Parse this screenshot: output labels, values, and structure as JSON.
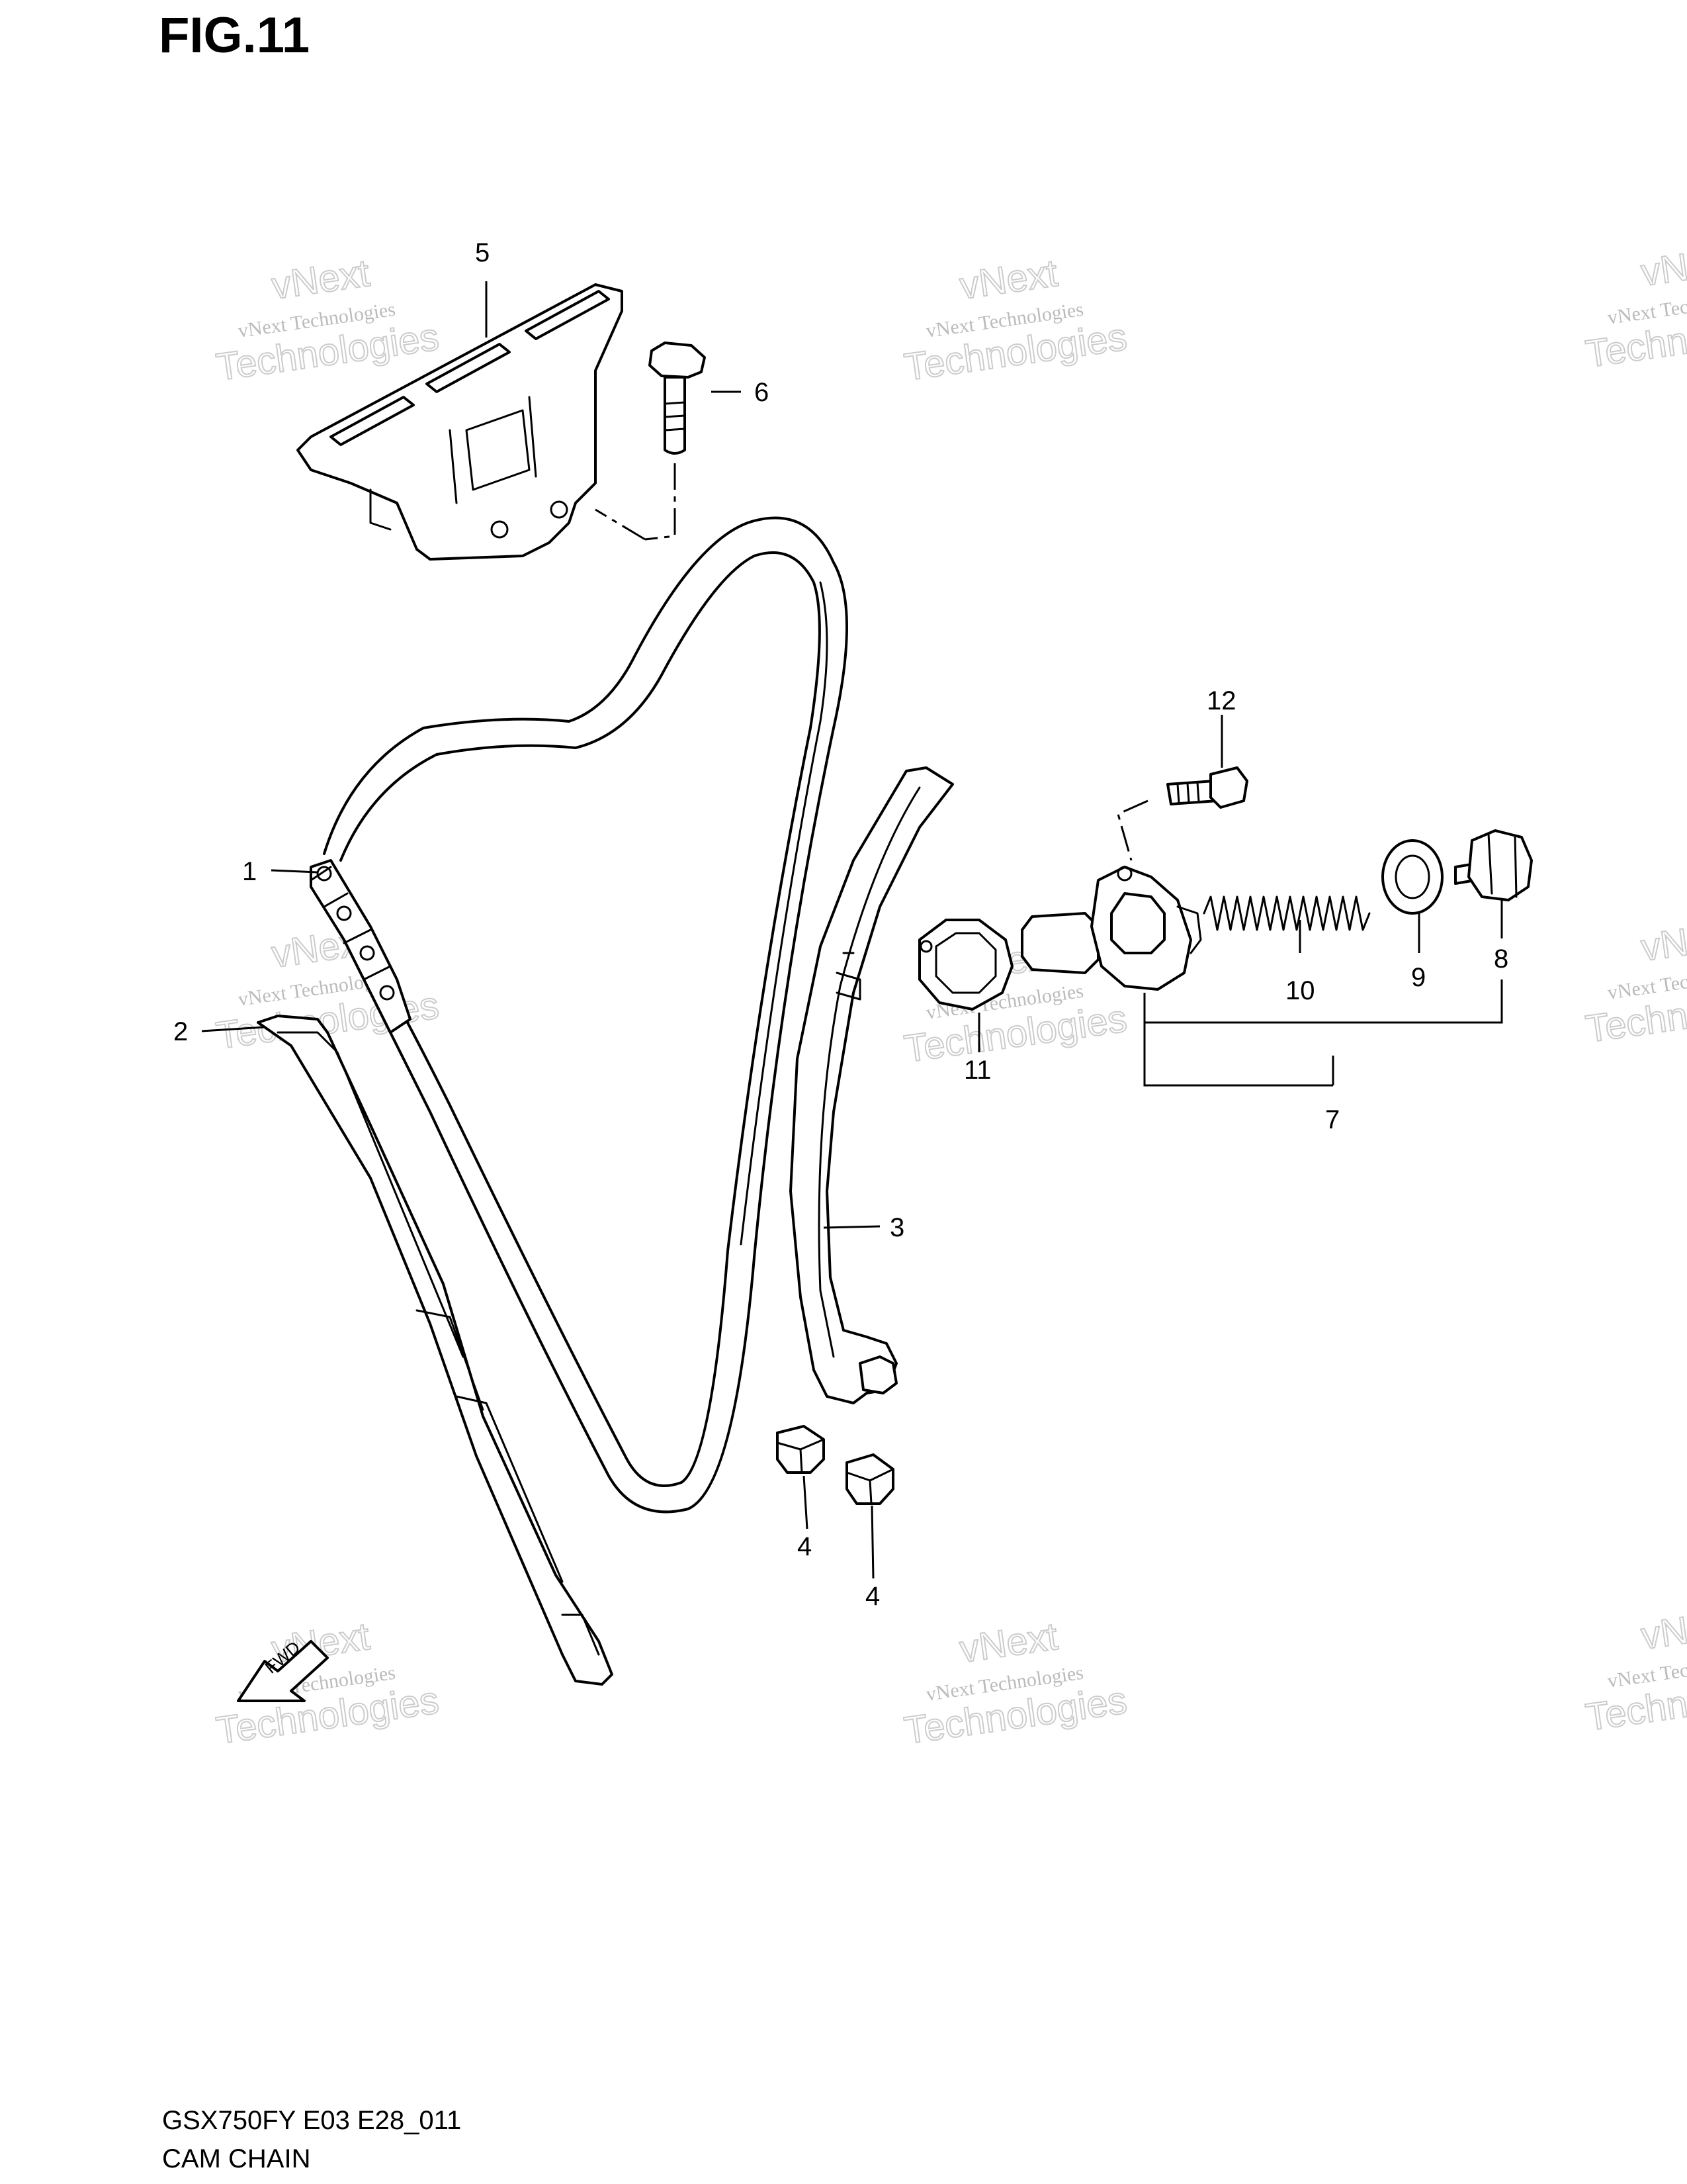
{
  "figure": {
    "title": "FIG.11",
    "code": "GSX750FY E03 E28_011",
    "name": "CAM CHAIN"
  },
  "callouts": [
    {
      "id": "c1",
      "label": "1"
    },
    {
      "id": "c2",
      "label": "2"
    },
    {
      "id": "c3",
      "label": "3"
    },
    {
      "id": "c4a",
      "label": "4"
    },
    {
      "id": "c4b",
      "label": "4"
    },
    {
      "id": "c5",
      "label": "5"
    },
    {
      "id": "c6",
      "label": "6"
    },
    {
      "id": "c7",
      "label": "7"
    },
    {
      "id": "c8",
      "label": "8"
    },
    {
      "id": "c9",
      "label": "9"
    },
    {
      "id": "c10",
      "label": "10"
    },
    {
      "id": "c11",
      "label": "11"
    },
    {
      "id": "c12",
      "label": "12"
    }
  ],
  "fwd_mark": "FWD",
  "watermark": {
    "line1": "vNext Technologies",
    "line2": "vNext",
    "line3": "Technologies"
  }
}
